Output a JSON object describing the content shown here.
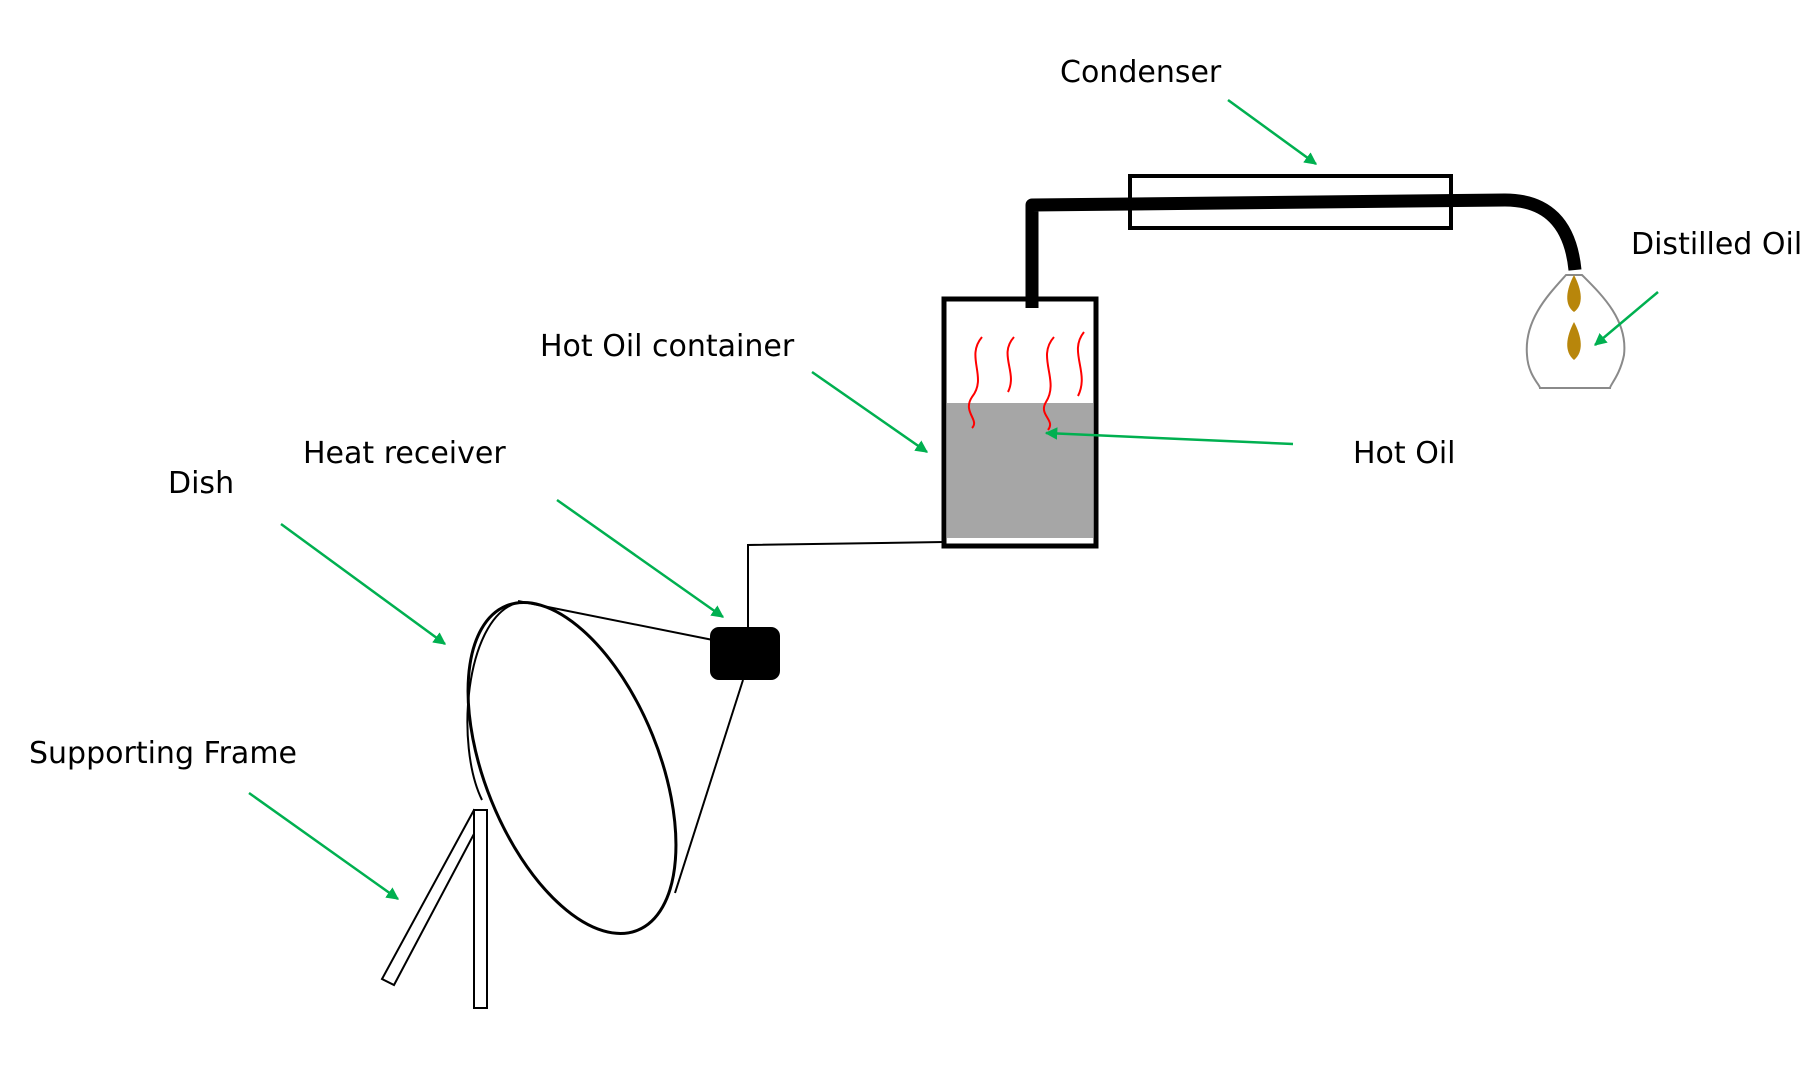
{
  "labels": {
    "condenser": "Condenser",
    "distilled_oil": "Distilled Oil",
    "hot_oil_container": "Hot Oil container",
    "hot_oil": "Hot Oil",
    "heat_receiver": "Heat receiver",
    "dish": "Dish",
    "supporting_frame": "Supporting Frame"
  },
  "colors": {
    "arrow": "#00b050",
    "oil_fill": "#a6a6a6",
    "heat_waves": "#ff0000",
    "droplet": "#b8860b",
    "outline": "#000000"
  }
}
